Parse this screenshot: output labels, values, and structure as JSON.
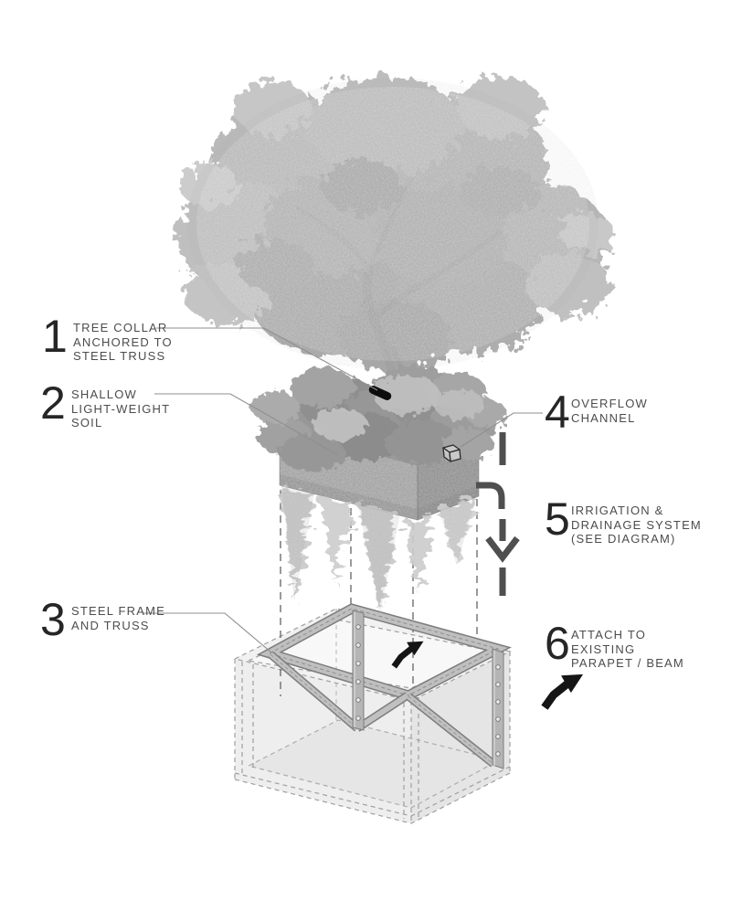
{
  "annotations": [
    {
      "number": "1",
      "lines": [
        "TREE COLLAR",
        "ANCHORED TO",
        "STEEL TRUSS"
      ]
    },
    {
      "number": "2",
      "lines": [
        "SHALLOW",
        "LIGHT-WEIGHT",
        "SOIL"
      ]
    },
    {
      "number": "3",
      "lines": [
        "STEEL FRAME",
        "AND TRUSS"
      ]
    },
    {
      "number": "4",
      "lines": [
        "OVERFLOW",
        "CHANNEL"
      ]
    },
    {
      "number": "5",
      "lines": [
        "IRRIGATION &",
        "DRAINAGE SYSTEM",
        "(SEE DIAGRAM)"
      ]
    },
    {
      "number": "6",
      "lines": [
        "ATTACH TO",
        "EXISTING",
        "PARAPET / BEAM"
      ]
    }
  ],
  "icons": {
    "tree_collar_marker": "black-capsule-marker",
    "overflow_channel_icon": "small-iso-cube",
    "flow_arrow": "dashed-down-arrow",
    "attach_arrow": "solid-bent-arrow-up-right"
  },
  "colors": {
    "background": "#ffffff",
    "label_text": "#4c4c4c",
    "label_number": "#262626",
    "leader_line": "#8f8f8f",
    "flow_arrow": "#4f4f4f",
    "black_marker": "#111111",
    "steel_face": "#c0c0c0",
    "steel_edge": "#7d7d7d",
    "soil_front": "#a2a2a2",
    "soil_side": "#8e8e8e",
    "roots": "#c8c8c8",
    "parapet_fill": "#ebebeb",
    "parapet_dash": "#9f9f9f"
  }
}
